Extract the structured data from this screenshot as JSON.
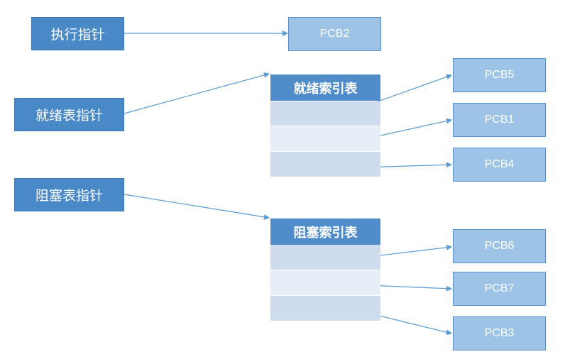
{
  "pointers": {
    "exec": "执行指针",
    "ready": "就绪表指针",
    "blocked": "阻塞表指针"
  },
  "tables": {
    "ready_header": "就绪索引表",
    "blocked_header": "阻塞索引表"
  },
  "pcbs": {
    "pcb2": "PCB2",
    "pcb5": "PCB5",
    "pcb1": "PCB1",
    "pcb4": "PCB4",
    "pcb6": "PCB6",
    "pcb7": "PCB7",
    "pcb3": "PCB3"
  },
  "colors": {
    "pointer_fill": "#4a89c8",
    "pcb_fill": "#9dc3e6",
    "table_header": "#4f8cc9",
    "row_dark": "#cfdcee",
    "row_light": "#e8eef8",
    "arrow": "#5b9bd5"
  }
}
